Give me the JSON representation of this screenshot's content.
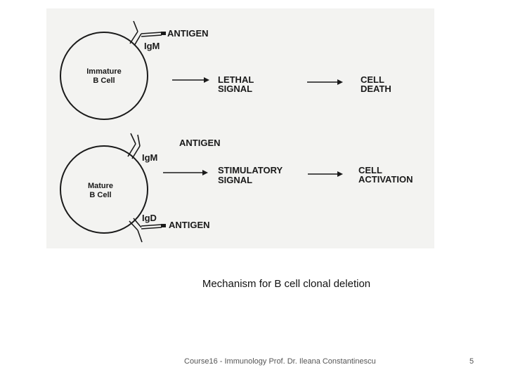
{
  "diagram": {
    "immature_cell": {
      "label_line1": "Immature",
      "label_line2": "B Cell"
    },
    "mature_cell": {
      "label_line1": "Mature",
      "label_line2": "B Cell"
    },
    "antigen_label": "ANTIGEN",
    "igm_label": "IgM",
    "igd_label": "IgD",
    "lethal_signal": {
      "line1": "LETHAL",
      "line2": "SIGNAL"
    },
    "cell_death": {
      "line1": "CELL",
      "line2": "DEATH"
    },
    "stimulatory_signal": {
      "line1": "STIMULATORY",
      "line2": "SIGNAL"
    },
    "cell_activation": {
      "line1": "CELL",
      "line2": "ACTIVATION"
    }
  },
  "caption": "Mechanism for B cell clonal deletion",
  "footer": {
    "course": "Course16 - Immunology Prof. Dr. Ileana Constantinescu",
    "page_number": "5"
  }
}
